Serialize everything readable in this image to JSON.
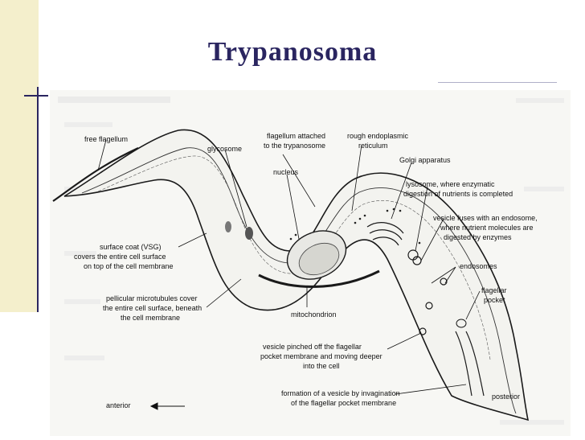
{
  "slide": {
    "title": "Trypanosoma"
  },
  "labels": {
    "free_flagellum": "free flagellum",
    "glycosome": "glycosome",
    "flagellum_attached_1": "flagellum attached",
    "flagellum_attached_2": "to the trypanosome",
    "rough_er_1": "rough endoplasmic",
    "rough_er_2": "reticulum",
    "golgi": "Golgi apparatus",
    "nucleus": "nucleus",
    "lysosome_1": "lysosome, where enzymatic",
    "lysosome_2": "digestion of nutrients is completed",
    "vesicle_fuses_1": "vesicle fuses with an endosome,",
    "vesicle_fuses_2": "where nutrient molecules are",
    "vesicle_fuses_3": "digested by enzymes",
    "surface_coat_1": "surface coat (VSG)",
    "surface_coat_2": "covers the entire cell surface",
    "surface_coat_3": "on top of the cell membrane",
    "endosomes": "endosomes",
    "flagellar_pocket_1": "flagellar",
    "flagellar_pocket_2": "pocket",
    "pellicular_1": "pellicular microtubules cover",
    "pellicular_2": "the entire cell surface, beneath",
    "pellicular_3": "the cell membrane",
    "mitochondrion": "mitochondrion",
    "vesicle_pinched_1": "vesicle pinched off the flagellar",
    "vesicle_pinched_2": "pocket membrane and moving deeper",
    "vesicle_pinched_3": "into the cell",
    "formation_1": "formation of a vesicle by invagination",
    "formation_2": "of the flagellar pocket membrane",
    "anterior": "anterior",
    "posterior": "posterior"
  }
}
